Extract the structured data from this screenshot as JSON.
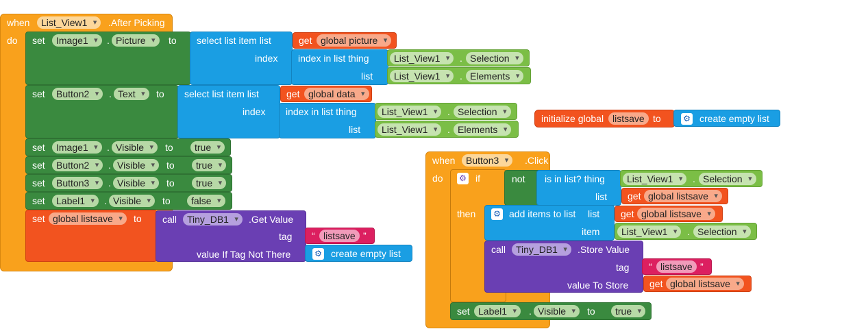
{
  "event_after_picking": {
    "when": "when",
    "component": "List_View1",
    "event": ".After Picking",
    "do": "do"
  },
  "stmt_image_picture": {
    "set": "set",
    "component": "Image1",
    "dot": ".",
    "property": "Picture",
    "to": "to",
    "select": "select list item  list",
    "get": "get",
    "var": "global picture",
    "index": "index",
    "indexin": "index in list  thing",
    "sel_comp": "List_View1",
    "sel_prop": "Selection",
    "list_lbl": "list",
    "el_comp": "List_View1",
    "el_prop": "Elements"
  },
  "stmt_button_text": {
    "set": "set",
    "component": "Button2",
    "dot": ".",
    "property": "Text",
    "to": "to",
    "select": "select list item  list",
    "get": "get",
    "var": "global data",
    "index": "index",
    "indexin": "index in list  thing",
    "sel_comp": "List_View1",
    "sel_prop": "Selection",
    "list_lbl": "list",
    "el_comp": "List_View1",
    "el_prop": "Elements"
  },
  "visible_sets": [
    {
      "set": "set",
      "component": "Image1",
      "dot": ".",
      "property": "Visible",
      "to": "to",
      "value": "true"
    },
    {
      "set": "set",
      "component": "Button2",
      "dot": ".",
      "property": "Visible",
      "to": "to",
      "value": "true"
    },
    {
      "set": "set",
      "component": "Button3",
      "dot": ".",
      "property": "Visible",
      "to": "to",
      "value": "true"
    },
    {
      "set": "set",
      "component": "Label1",
      "dot": ".",
      "property": "Visible",
      "to": "to",
      "value": "false"
    }
  ],
  "stmt_listsave": {
    "set": "set",
    "var": "global listsave",
    "to": "to",
    "call": "call",
    "db": "Tiny_DB1",
    "method": ".Get Value",
    "tag": "tag",
    "quote_open": "“",
    "tag_value": "listsave",
    "quote_close": "”",
    "value_if": "value If Tag Not There",
    "empty": "create empty list"
  },
  "init_global": {
    "label": "initialize global",
    "name": "listsave",
    "to": "to",
    "empty": "create empty list"
  },
  "event_button3": {
    "when": "when",
    "component": "Button3",
    "event": ".Click",
    "do": "do",
    "if": "if",
    "not": "not",
    "is_in": "is in list? thing",
    "sel_comp": "List_View1",
    "sel_prop": "Selection",
    "list_lbl": "list",
    "get": "get",
    "var": "global listsave",
    "then": "then",
    "add_items": "add items to list",
    "add_list": "list",
    "add_var": "global listsave",
    "item": "item",
    "item_comp": "List_View1",
    "item_prop": "Selection",
    "call": "call",
    "db": "Tiny_DB1",
    "store": ".Store Value",
    "tag": "tag",
    "quote_open": "“",
    "tag_value": "listsave",
    "quote_close": "”",
    "value_to_store": "value To Store",
    "store_var": "global listsave",
    "set": "set",
    "set_comp": "Label1",
    "dot": ".",
    "set_prop": "Visible",
    "to": "to",
    "set_value": "true"
  }
}
